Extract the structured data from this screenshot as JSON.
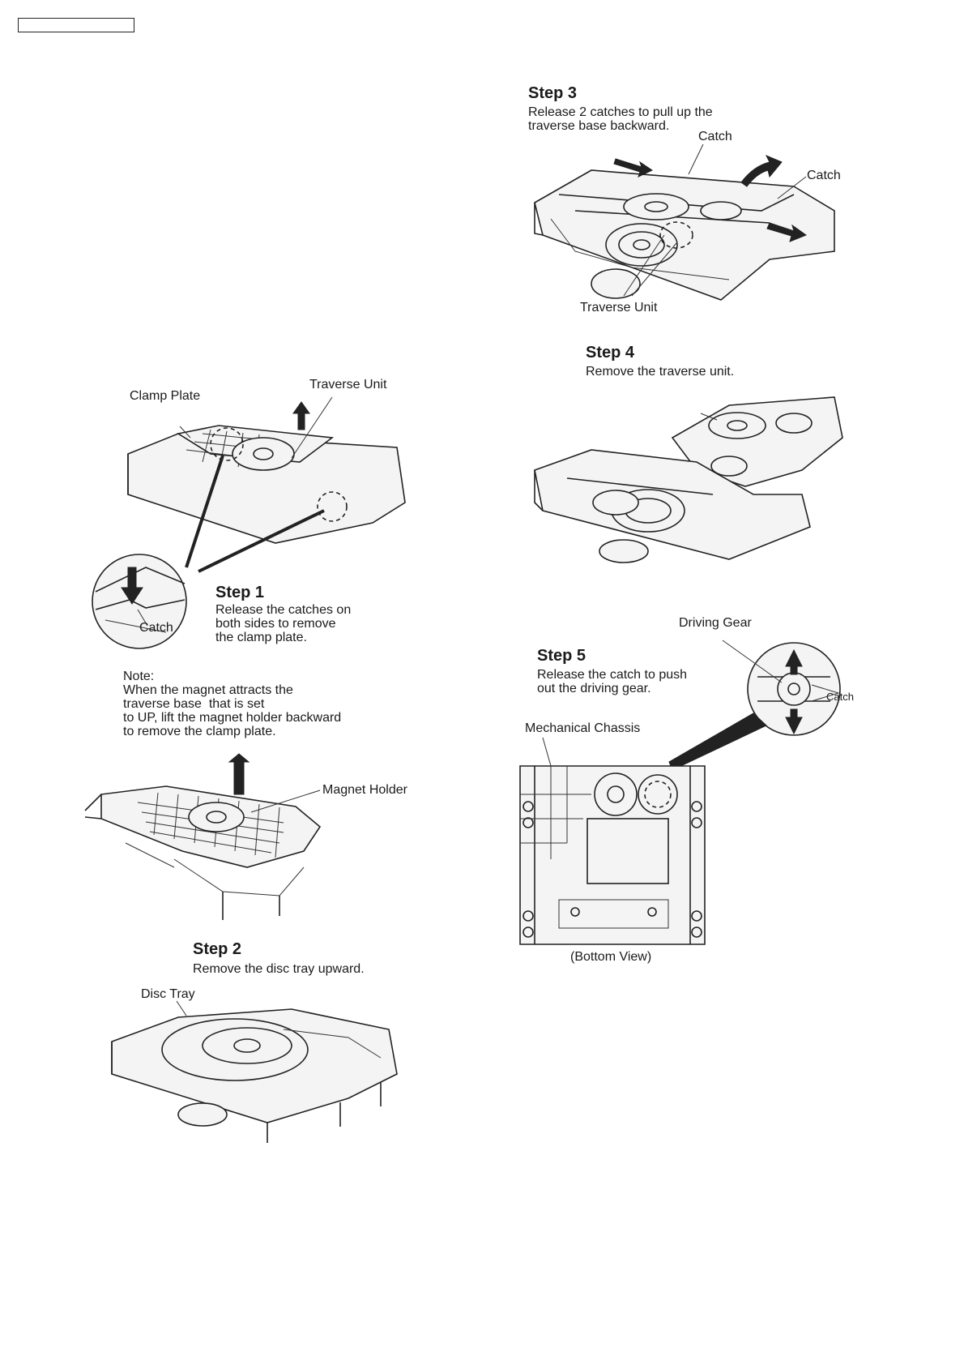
{
  "page": {
    "header_box_text": ""
  },
  "step1": {
    "title": "Step 1",
    "description": "Release the catches on\nboth sides to remove\nthe clamp plate.",
    "labels": {
      "clamp_plate": "Clamp Plate",
      "traverse_unit": "Traverse Unit",
      "catch": "Catch"
    }
  },
  "note": {
    "title": "Note:",
    "text": "When the magnet attracts the\ntraverse base  that is set\nto UP, lift the magnet holder backward\nto remove the clamp plate.",
    "labels": {
      "magnet_holder": "Magnet Holder"
    }
  },
  "step2": {
    "title": "Step 2",
    "description": "Remove the disc tray upward.",
    "labels": {
      "disc_tray": "Disc Tray"
    }
  },
  "step3": {
    "title": "Step 3",
    "description": "Release 2 catches to pull up the\ntraverse base backward.",
    "labels": {
      "catch_top": "Catch",
      "catch_right": "Catch",
      "traverse_unit": "Traverse Unit"
    }
  },
  "step4": {
    "title": "Step 4",
    "description": "Remove the traverse unit."
  },
  "step5": {
    "title": "Step 5",
    "description": "Release the catch to push\nout the driving gear.",
    "labels": {
      "driving_gear": "Driving Gear",
      "catch": "Catch",
      "mechanical_chassis": "Mechanical Chassis",
      "bottom_view": "(Bottom View)"
    }
  }
}
